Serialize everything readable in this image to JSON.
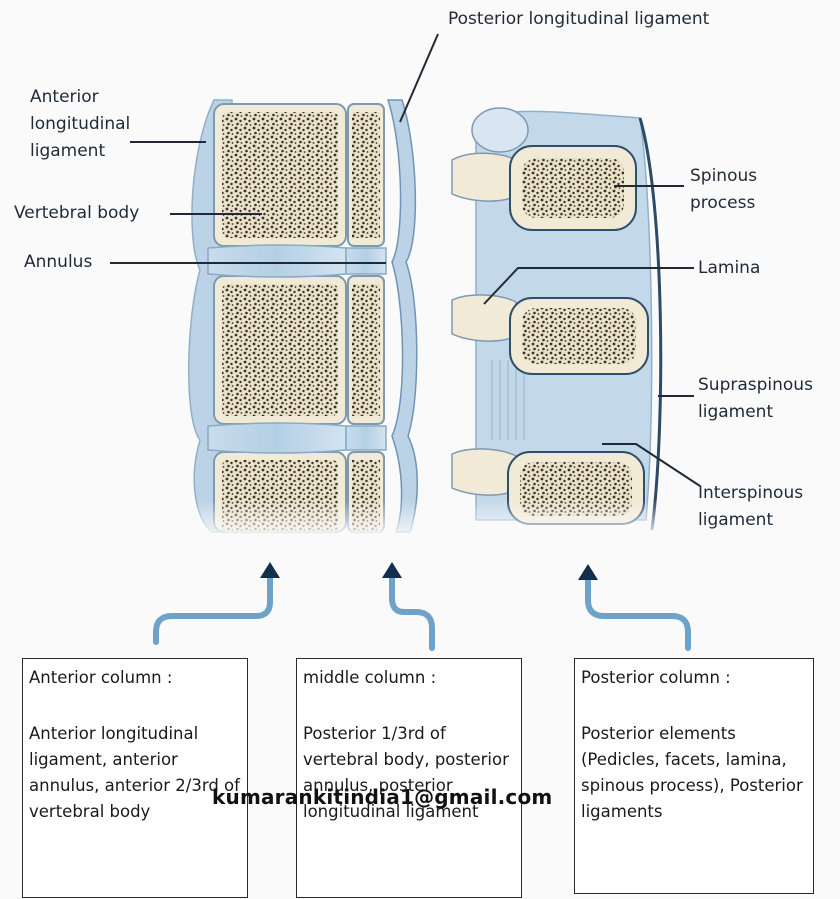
{
  "labels": {
    "anterior_longitudinal_ligament": "Anterior\nlongitudinal\nligament",
    "vertebral_body": "Vertebral body",
    "annulus": "Annulus",
    "posterior_longitudinal_ligament": "Posterior longitudinal ligament",
    "spinous_process": "Spinous\nprocess",
    "lamina": "Lamina",
    "supraspinous_ligament": "Supraspinous\nligament",
    "interspinous_ligament": "Interspinous\nligament"
  },
  "columns": [
    {
      "title": "Anterior column :",
      "body": "Anterior longitudinal ligament, anterior annulus, anterior 2/3rd of vertebral body"
    },
    {
      "title": "middle column :",
      "body": "Posterior 1/3rd of vertebral body, posterior annulus, posterior longitudinal ligament"
    },
    {
      "title": "Posterior column :",
      "body": "Posterior elements (Pedicles, facets, lamina, spinous process), Posterior ligaments"
    }
  ],
  "watermark": "kumarankitindia1@gmail.com",
  "colors": {
    "bone_fill": "#e9dfc7",
    "cancellous": "#3a3328",
    "ligament_blue": "#a9c6de",
    "disc_blue": "#b7d4ea",
    "arrow_blue": "#5e95bf",
    "arrow_dark": "#12304b",
    "leader_line": "#1f2a36"
  }
}
